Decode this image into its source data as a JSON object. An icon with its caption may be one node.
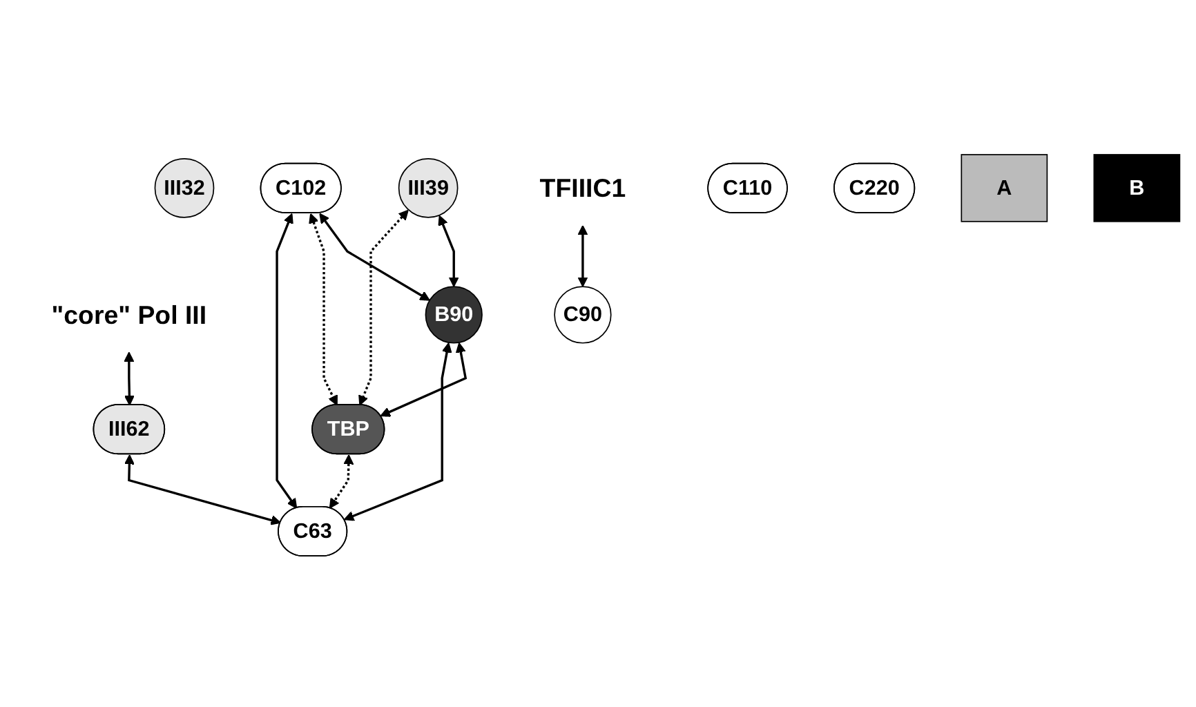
{
  "diagram": {
    "nodes": [
      {
        "text": [
          "\"core\" Pol III"
        ]
      },
      {
        "text": [
          "III32"
        ]
      },
      {
        "text": [
          "III62"
        ]
      },
      {
        "text": [
          "III39"
        ]
      },
      {
        "text": [
          "C102"
        ]
      },
      {
        "text": [
          "B90"
        ]
      },
      {
        "text": [
          "TBP"
        ]
      },
      {
        "text": [
          "C63"
        ]
      },
      {
        "text": [
          "TFIIIC1"
        ]
      },
      {
        "text": [
          "C90"
        ]
      },
      {
        "text": [
          "C110"
        ]
      },
      {
        "text": [
          "C220"
        ]
      },
      {
        "text": [
          "A"
        ]
      },
      {
        "text": [
          "B"
        ]
      }
    ],
    "edges": [
      {
        "from": 0,
        "to": 2,
        "arrow": "both"
      },
      {
        "from": 3,
        "to": 5,
        "arrow": "both"
      },
      {
        "from": 3,
        "to": 6,
        "arrow": "both",
        "style": "dashed"
      },
      {
        "from": 2,
        "to": 7,
        "arrow": "both"
      },
      {
        "from": 4,
        "to": 5,
        "arrow": "both"
      },
      {
        "from": 4,
        "to": 6,
        "arrow": "both",
        "style": "dashed"
      },
      {
        "from": 4,
        "to": 7,
        "arrow": "both"
      },
      {
        "from": 5,
        "to": 6,
        "arrow": "both"
      },
      {
        "from": 6,
        "to": 7,
        "arrow": "both",
        "style": "dashed"
      },
      {
        "from": 5,
        "to": 7,
        "arrow": "both"
      },
      {
        "from": 8,
        "to": 9,
        "arrow": "both"
      }
    ]
  }
}
